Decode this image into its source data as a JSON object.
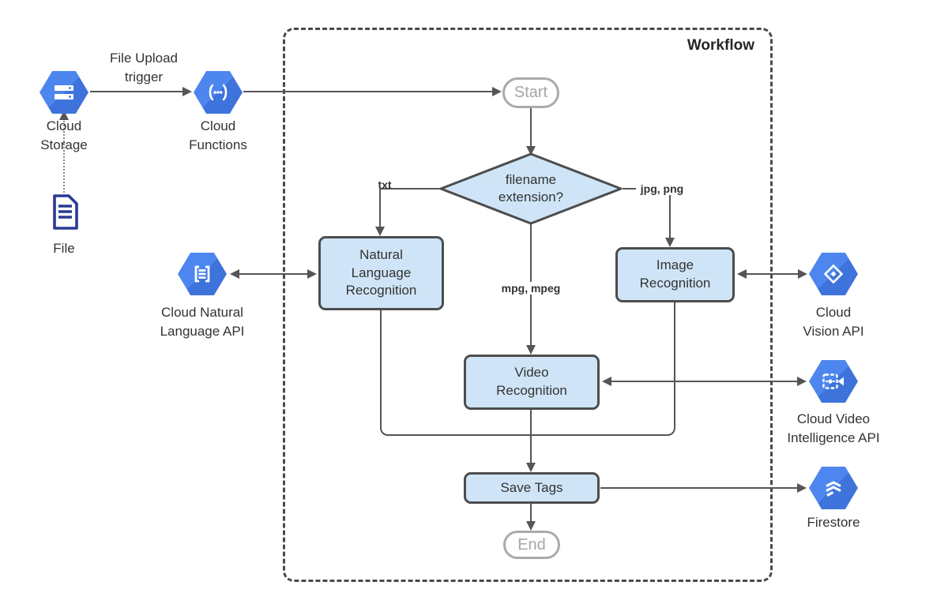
{
  "workflow": {
    "title": "Workflow"
  },
  "terminals": {
    "start": "Start",
    "end": "End"
  },
  "decision": {
    "label": "filename\nextension?"
  },
  "process_nodes": {
    "natural_language": "Natural\nLanguage\nRecognition",
    "image": "Image\nRecognition",
    "video": "Video\nRecognition",
    "save_tags": "Save Tags"
  },
  "edge_labels": {
    "file_upload_trigger": "File Upload\ntrigger",
    "txt": "txt",
    "jpg_png": "jpg, png",
    "mpg_mpeg": "mpg, mpeg"
  },
  "services": {
    "cloud_storage": {
      "label": "Cloud\nStorage",
      "icon": "cloud-storage-icon"
    },
    "cloud_functions": {
      "label": "Cloud\nFunctions",
      "icon": "cloud-functions-icon"
    },
    "file": {
      "label": "File",
      "icon": "file-icon"
    },
    "natural_language_api": {
      "label": "Cloud Natural\nLanguage API",
      "icon": "natural-language-api-icon"
    },
    "vision_api": {
      "label": "Cloud\nVision API",
      "icon": "vision-api-icon"
    },
    "video_intelligence_api": {
      "label": "Cloud Video\nIntelligence API",
      "icon": "video-intelligence-api-icon"
    },
    "firestore": {
      "label": "Firestore",
      "icon": "firestore-icon"
    }
  },
  "colors": {
    "gcp_blue": "#4b84ee",
    "gcp_blue_dark": "#3e73dc",
    "node_fill": "#cfe5f7",
    "node_border": "#4d4d4d",
    "connector": "#555555",
    "terminal_gray": "#a6a6a6",
    "file_icon_navy": "#2b3a94",
    "text": "#333333"
  }
}
